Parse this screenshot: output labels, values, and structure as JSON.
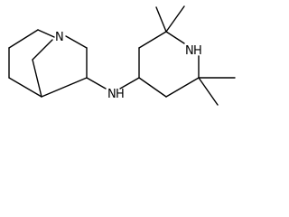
{
  "atoms": {
    "quinuclidine_n": "N",
    "amine_n": "N",
    "amine_h": "H",
    "piperidine_n": "N",
    "piperidine_h": "H"
  }
}
